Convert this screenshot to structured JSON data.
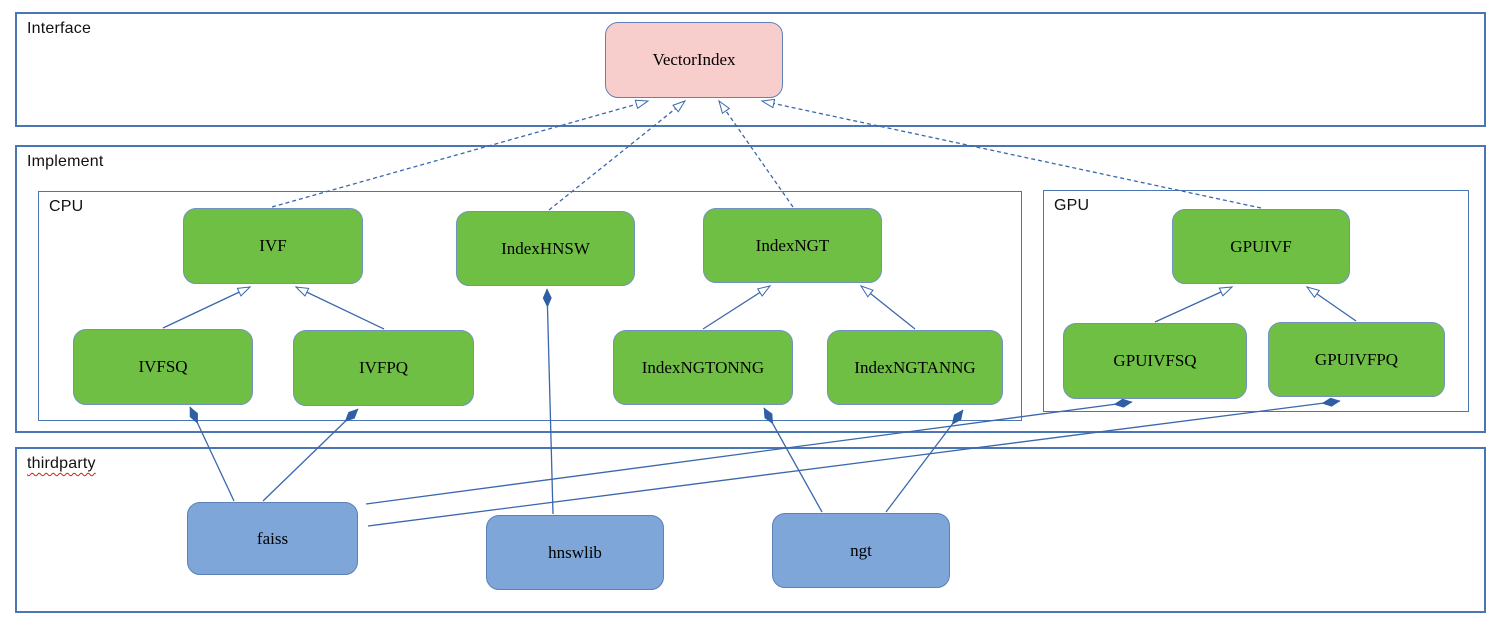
{
  "containers": {
    "interface": {
      "label": "Interface"
    },
    "implement": {
      "label": "Implement"
    },
    "cpu": {
      "label": "CPU"
    },
    "gpu": {
      "label": "GPU"
    },
    "thirdparty": {
      "label": "thirdparty"
    }
  },
  "nodes": {
    "vectorindex": {
      "label": "VectorIndex",
      "fill": "#f8cecc"
    },
    "ivf": {
      "label": "IVF",
      "fill": "#6fbf45"
    },
    "indexhnsw": {
      "label": "IndexHNSW",
      "fill": "#6fbf45"
    },
    "indexngt": {
      "label": "IndexNGT",
      "fill": "#6fbf45"
    },
    "gpuivf": {
      "label": "GPUIVF",
      "fill": "#6fbf45"
    },
    "ivfsq": {
      "label": "IVFSQ",
      "fill": "#6fbf45"
    },
    "ivfpq": {
      "label": "IVFPQ",
      "fill": "#6fbf45"
    },
    "indexngtonng": {
      "label": "IndexNGTONNG",
      "fill": "#6fbf45"
    },
    "indexngtanng": {
      "label": "IndexNGTANNG",
      "fill": "#6fbf45"
    },
    "gpuivfsq": {
      "label": "GPUIVFSQ",
      "fill": "#6fbf45"
    },
    "gpuivfpq": {
      "label": "GPUIVFPQ",
      "fill": "#6fbf45"
    },
    "faiss": {
      "label": "faiss",
      "fill": "#7ea6d8"
    },
    "hnswlib": {
      "label": "hnswlib",
      "fill": "#7ea6d8"
    },
    "ngt": {
      "label": "ngt",
      "fill": "#7ea6d8"
    }
  },
  "edges": [
    {
      "from": "IVF",
      "to": "VectorIndex",
      "type": "realization-dashed"
    },
    {
      "from": "IndexHNSW",
      "to": "VectorIndex",
      "type": "realization-dashed"
    },
    {
      "from": "IndexNGT",
      "to": "VectorIndex",
      "type": "realization-dashed"
    },
    {
      "from": "GPUIVF",
      "to": "VectorIndex",
      "type": "realization-dashed"
    },
    {
      "from": "IVFSQ",
      "to": "IVF",
      "type": "inheritance"
    },
    {
      "from": "IVFPQ",
      "to": "IVF",
      "type": "inheritance"
    },
    {
      "from": "IndexNGTONNG",
      "to": "IndexNGT",
      "type": "inheritance"
    },
    {
      "from": "IndexNGTANNG",
      "to": "IndexNGT",
      "type": "inheritance"
    },
    {
      "from": "GPUIVFSQ",
      "to": "GPUIVF",
      "type": "inheritance"
    },
    {
      "from": "GPUIVFPQ",
      "to": "GPUIVF",
      "type": "inheritance"
    },
    {
      "from": "faiss",
      "to": "IVFSQ",
      "type": "composition"
    },
    {
      "from": "faiss",
      "to": "IVFPQ",
      "type": "composition"
    },
    {
      "from": "faiss",
      "to": "GPUIVFSQ",
      "type": "composition"
    },
    {
      "from": "faiss",
      "to": "GPUIVFPQ",
      "type": "composition"
    },
    {
      "from": "hnswlib",
      "to": "IndexHNSW",
      "type": "composition"
    },
    {
      "from": "ngt",
      "to": "IndexNGTONNG",
      "type": "composition"
    },
    {
      "from": "ngt",
      "to": "IndexNGTANNG",
      "type": "composition"
    }
  ],
  "colors": {
    "node_green": "#6fbf45",
    "node_pink": "#f8cecc",
    "node_blue": "#7ea6d8",
    "container_border": "#4a76b2",
    "edge_line": "#3a67ad",
    "diamond_fill": "#2e5fa5",
    "misspell_underline": "#cc1f1f"
  }
}
